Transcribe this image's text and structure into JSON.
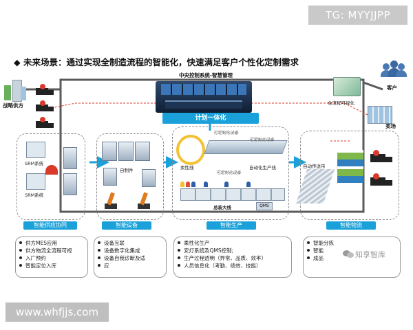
{
  "watermark_top": "TG: MYYJJPP",
  "watermark_bottom": "www.whfjjs.com",
  "headline": "◆  未来场景：通过实现全制造流程的智能化，快速满足客户个性化定制需求",
  "center": {
    "title": "中央控制系统-智慧管理",
    "plan_label": "计划一体化"
  },
  "left": {
    "strategic_supply": "战略供方",
    "srm1": "SRM系统",
    "srm2": "SRM系统",
    "tab": "智能供应协同"
  },
  "equipment": {
    "self_made": "自制件",
    "tab": "智能设备"
  },
  "production": {
    "flex_line": "柔性线",
    "config_equip_top": "可定制化设备",
    "config_equip_mid": "可定制化设备",
    "config_equip_bot": "可定制化设备",
    "auto_line": "自动化生产线",
    "assembly_line": "总装大线",
    "qms": "QMS",
    "tab": "智能生产"
  },
  "logistics": {
    "conveyor": "自动传送带",
    "tab": "智能物流"
  },
  "right": {
    "customer": "客户",
    "visual": "全流程可视化",
    "site": "卖场"
  },
  "bullets": {
    "supply": [
      "供方MES应用",
      "供方物流全流程可视",
      "入厂预约",
      "智能定位入库"
    ],
    "equipment": [
      "设备互联",
      "设备数字化集成",
      "设备自我诊断及适",
      "应"
    ],
    "production": [
      "柔性化生产",
      "安灯系统及QMS控制;",
      "生产过程透明（异常、品质、效率）",
      "人员信息化（考勤、绩效、技能）"
    ],
    "logistics": [
      "智能分拣",
      "智能",
      "成品"
    ]
  },
  "wechat_mark": "知享智库",
  "colors": {
    "accent": "#1aa1d9",
    "frame": "#555555",
    "alert": "#d93a2b"
  }
}
